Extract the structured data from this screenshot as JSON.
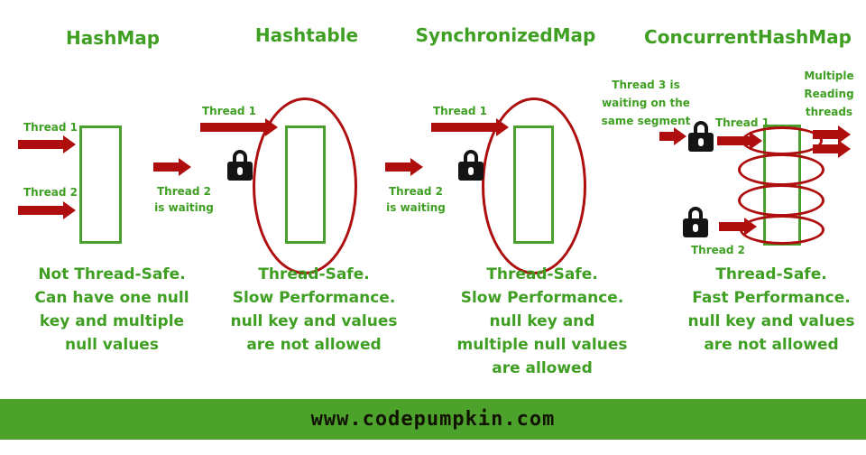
{
  "columns": [
    {
      "title": "HashMap",
      "thread1": "Thread 1",
      "thread2": "Thread 2",
      "desc": [
        "Not Thread-Safe.",
        "Can have one null",
        "key and multiple",
        "null values"
      ]
    },
    {
      "title": "Hashtable",
      "thread1": "Thread 1",
      "thread2": "Thread 2",
      "waiting": "is waiting",
      "desc": [
        "Thread-Safe.",
        "Slow Performance.",
        "null key and values",
        "are not allowed"
      ]
    },
    {
      "title": "SynchronizedMap",
      "thread1": "Thread 1",
      "thread2": "Thread 2",
      "waiting": "is waiting",
      "desc": [
        "Thread-Safe.",
        "Slow Performance.",
        "null key and",
        "multiple null values",
        "are allowed"
      ]
    },
    {
      "title": "ConcurrentHashMap",
      "thread1": "Thread 1",
      "thread2": "Thread 2",
      "thread3_label": [
        "Thread 3 is",
        "waiting on the",
        "same segment"
      ],
      "reading_label": [
        "Multiple",
        "Reading",
        "threads"
      ],
      "desc": [
        "Thread-Safe.",
        "Fast Performance.",
        "null key and values",
        "are not allowed"
      ]
    }
  ],
  "footer": {
    "url": "www.codepumpkin.com"
  },
  "colors": {
    "text_green": "#3f9f22",
    "rect_green": "#4aa02c",
    "red": "#ae0e0e",
    "banner_green": "#4da22c",
    "lock_black": "#141414"
  }
}
